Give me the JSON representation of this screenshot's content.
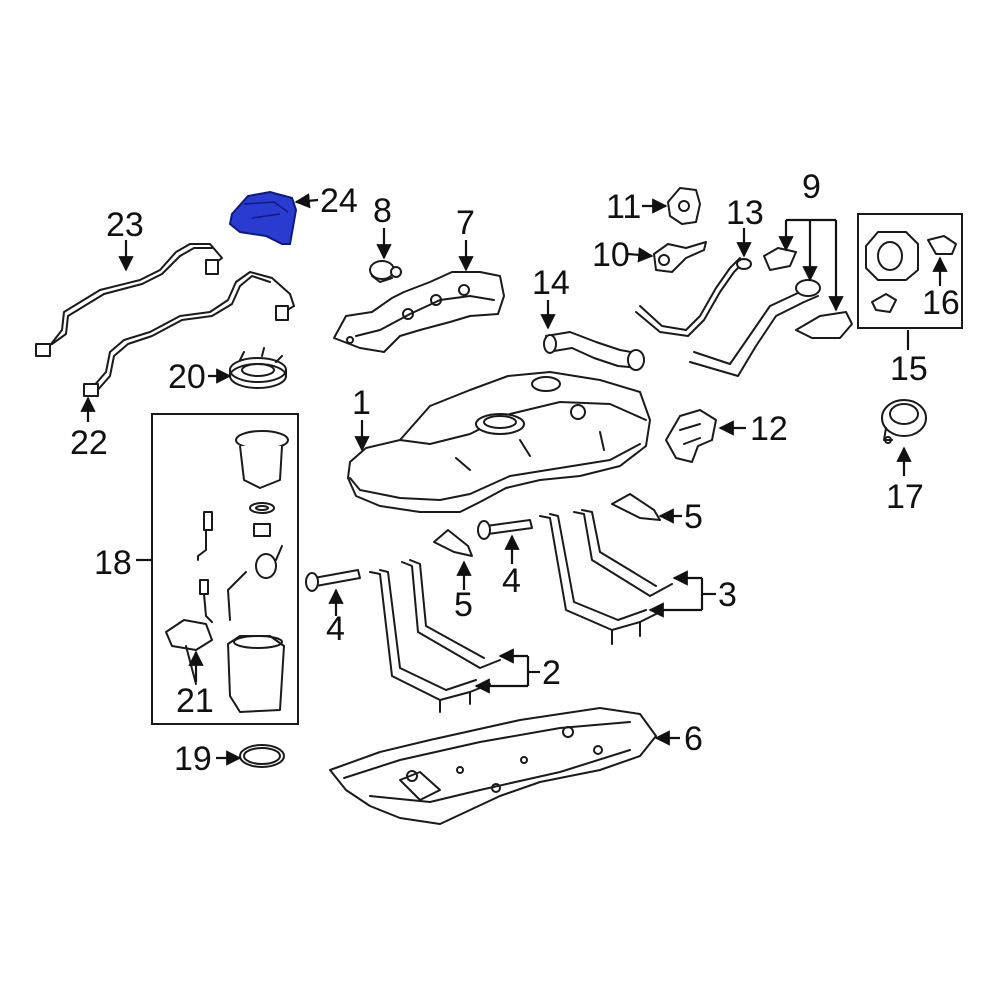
{
  "colors": {
    "highlight": "#2a3bd0",
    "line": "#1a1a1a",
    "background": "#ffffff"
  },
  "callouts": {
    "c1": "1",
    "c2": "2",
    "c3": "3",
    "c4a": "4",
    "c4b": "4",
    "c5a": "5",
    "c5b": "5",
    "c6": "6",
    "c7": "7",
    "c8": "8",
    "c9": "9",
    "c10": "10",
    "c11": "11",
    "c12": "12",
    "c13": "13",
    "c14": "14",
    "c15": "15",
    "c16": "16",
    "c17": "17",
    "c18": "18",
    "c19": "19",
    "c20": "20",
    "c21": "21",
    "c22": "22",
    "c23": "23",
    "c24": "24"
  }
}
